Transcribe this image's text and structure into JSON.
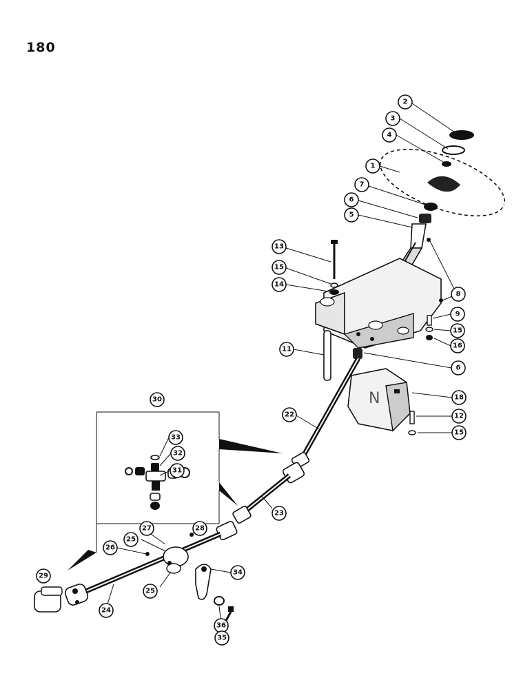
{
  "page": {
    "number": "180"
  },
  "callouts": {
    "c1": "1",
    "c2": "2",
    "c3": "3",
    "c4": "4",
    "c5": "5",
    "c6a": "6",
    "c6b": "6",
    "c7": "7",
    "c8": "8",
    "c9": "9",
    "c11": "11",
    "c12": "12",
    "c13": "13",
    "c14": "14",
    "c15a": "15",
    "c15b": "15",
    "c15c": "15",
    "c16": "16",
    "c18": "18",
    "c22": "22",
    "c23": "23",
    "c24": "24",
    "c25a": "25",
    "c25b": "25",
    "c26": "26",
    "c27": "27",
    "c28": "28",
    "c29": "29",
    "c30": "30",
    "c31": "31",
    "c32": "32",
    "c33": "33",
    "c34": "34",
    "c35": "35",
    "c36": "36"
  }
}
